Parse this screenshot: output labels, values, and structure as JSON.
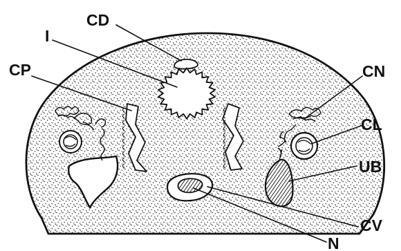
{
  "labels": {
    "cd": "CD",
    "i": "I",
    "cp": "CP",
    "cn": "CN",
    "cl": "CL",
    "ub": "UB",
    "cv": "CV",
    "n": "N"
  },
  "colors": {
    "ink": "#111111",
    "background": "#ffffff",
    "stipple": "#222222"
  }
}
